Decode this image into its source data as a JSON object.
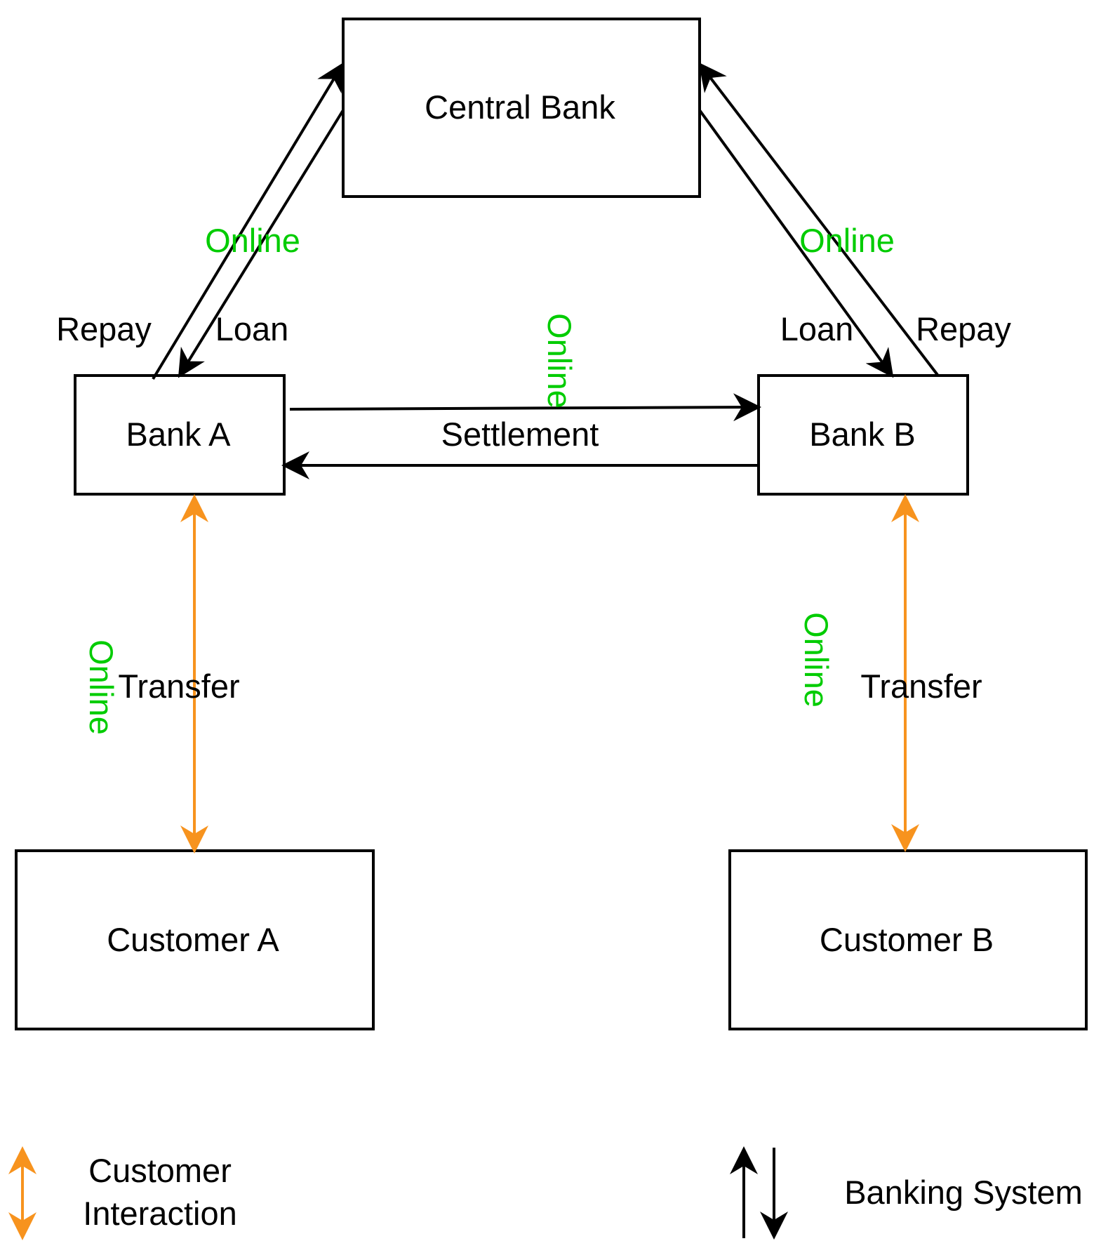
{
  "nodes": {
    "central_bank": "Central Bank",
    "bank_a": "Bank A",
    "bank_b": "Bank B",
    "customer_a": "Customer A",
    "customer_b": "Customer B"
  },
  "edge_labels": {
    "repay_a": "Repay",
    "loan_a": "Loan",
    "loan_b": "Loan",
    "repay_b": "Repay",
    "settlement": "Settlement",
    "transfer_a": "Transfer",
    "transfer_b": "Transfer",
    "online_cb_a": "Online",
    "online_cb_b": "Online",
    "online_settlement": "Online",
    "online_transfer_a": "Online",
    "online_transfer_b": "Online"
  },
  "legend": {
    "customer_interaction_line1": "Customer",
    "customer_interaction_line2": "Interaction",
    "banking_system": "Banking System"
  },
  "colors": {
    "banking_system": "#000000",
    "customer_interaction": "#f7931e",
    "online": "#00cc00"
  }
}
